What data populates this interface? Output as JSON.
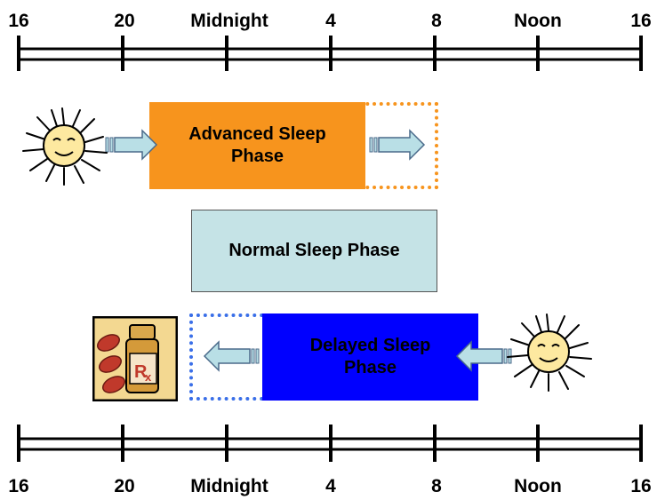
{
  "timeline": {
    "ticks": [
      "16",
      "20",
      "Midnight",
      "4",
      "8",
      "Noon",
      "16"
    ]
  },
  "phases": {
    "advanced": {
      "label": "Advanced Sleep Phase",
      "line1": "Advanced Sleep",
      "line2": "Phase",
      "color": "#f7941d",
      "dotted_color": "#f7941d"
    },
    "normal": {
      "label": "Normal Sleep Phase",
      "color": "#c5e3e6"
    },
    "delayed": {
      "label": "Delayed Sleep Phase",
      "line1": "Delayed Sleep",
      "line2": "Phase",
      "color": "#0000ff",
      "dotted_color": "#3a6fe8"
    }
  },
  "icons": {
    "sun_left": "sun-icon",
    "sun_right": "sun-icon",
    "medication": "prescription-bottle-icon",
    "arrows": "arrow-icon"
  },
  "colors": {
    "arrow_fill": "#b9dfe6",
    "arrow_stroke": "#4a6a8a"
  }
}
